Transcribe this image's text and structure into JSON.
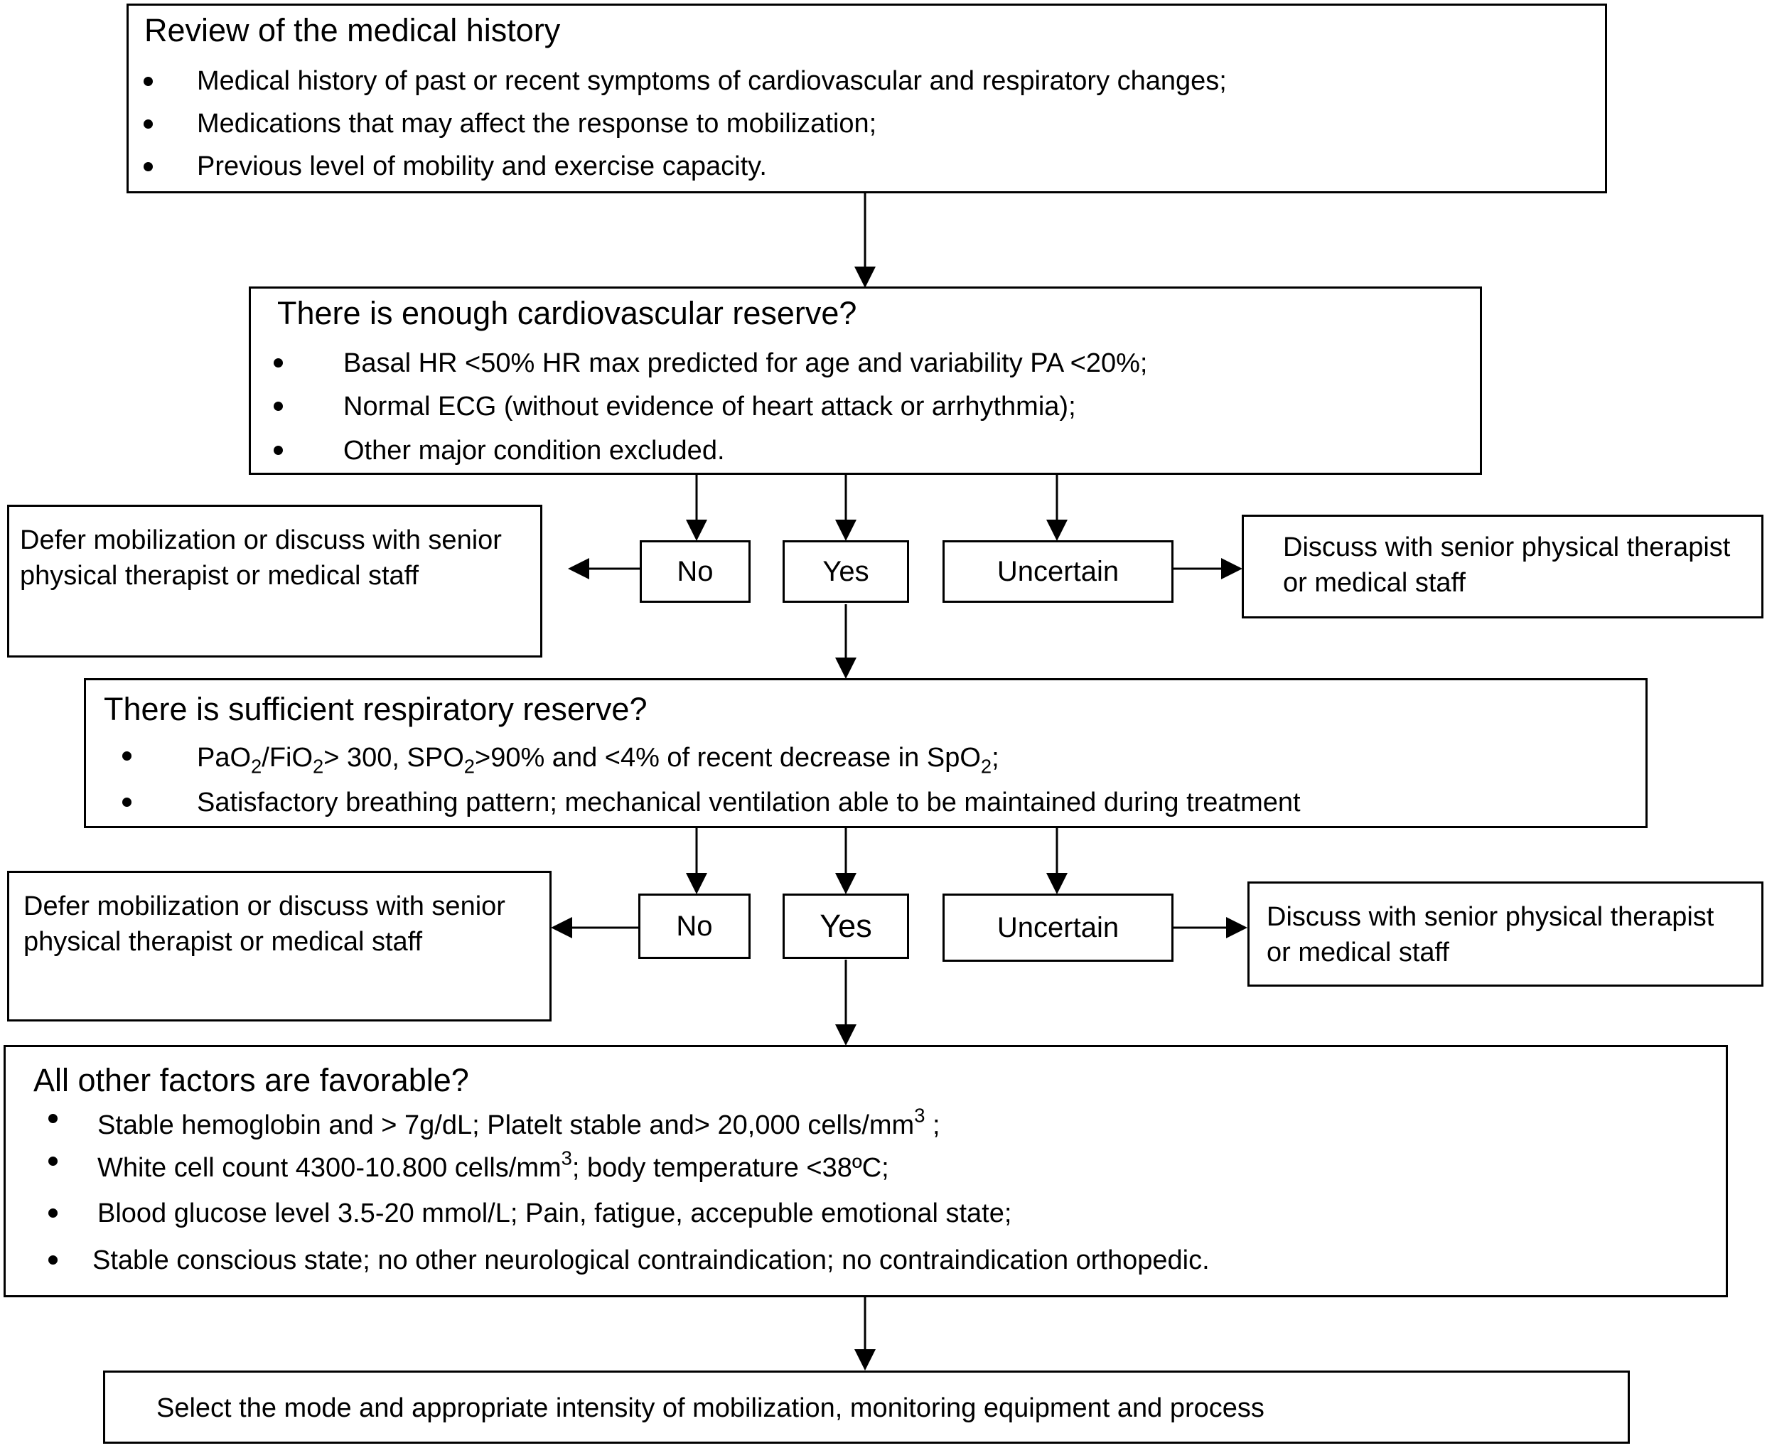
{
  "history": {
    "title": "Review of the medical history",
    "items": [
      "Medical history of past or recent symptoms of cardiovascular and respiratory changes;",
      "Medications that may affect the response to mobilization;",
      "Previous level of mobility and exercise capacity."
    ]
  },
  "cardio": {
    "title": "There is enough cardiovascular reserve?",
    "items": [
      "Basal HR <50% HR max predicted for age and variability PA <20%;",
      "Normal ECG (without evidence of heart attack or arrhythmia);",
      "Other major condition excluded."
    ],
    "no": "No",
    "yes": "Yes",
    "uncertain": "Uncertain",
    "defer": "Defer mobilization or discuss with senior physical therapist or medical staff",
    "discuss": "Discuss with senior physical therapist or medical staff"
  },
  "resp": {
    "title": "There is sufficient respiratory reserve?",
    "item1": {
      "pao": "PaO",
      "sub1": "2",
      "fio": "/FiO",
      "sub2": "2",
      "mid": "> 300, SPO",
      "sub3": "2",
      "rest": ">90% and <4% of recent decrease in SpO",
      "sub4": "2",
      "end": ";"
    },
    "item2": "Satisfactory breathing pattern; mechanical ventilation able to be maintained during treatment",
    "no": "No",
    "yes": "Yes",
    "uncertain": "Uncertain",
    "defer": "Defer mobilization or discuss with senior physical therapist or medical staff",
    "discuss": "Discuss with senior physical therapist or medical staff"
  },
  "other": {
    "title": "All other factors are favorable?",
    "item1": {
      "text": "Stable hemoglobin and > 7g/dL; Platelt stable and> 20,000 cells/mm",
      "sup": "3",
      "end": " ;"
    },
    "item2": {
      "text": "White cell count 4300-10.800 cells/mm",
      "sup": "3",
      "end": "; body temperature <38ºC;"
    },
    "item3": "Blood glucose level 3.5-20 mmol/L; Pain, fatigue, accepuble emotional state;",
    "item4": "Stable conscious state; no other neurological contraindication; no contraindication orthopedic."
  },
  "final": {
    "text": "Select the mode and appropriate intensity of mobilization, monitoring equipment and process"
  }
}
